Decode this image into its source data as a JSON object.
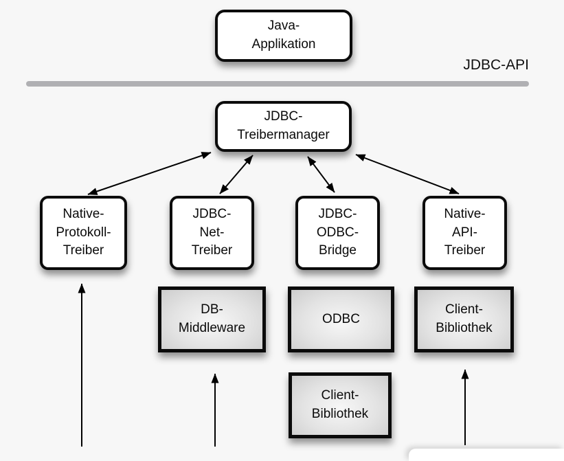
{
  "api_label": "JDBC-API",
  "colors": {
    "background": "#f7f7f7",
    "box_fill": "#ffffff",
    "box_border": "#0b0b0b",
    "gray_box_edge": "#cbcbcb",
    "gray_box_center": "#f7f7f7",
    "divider": "#b0b0b3",
    "arrow": "#000000"
  },
  "nodes": {
    "java_app": {
      "label": "Java-\nApplikation"
    },
    "treibermanager": {
      "label": "JDBC-\nTreibermanager"
    },
    "drivers": [
      {
        "label": "Native-\nProtokoll-\nTreiber"
      },
      {
        "label": "JDBC-\nNet-\nTreiber"
      },
      {
        "label": "JDBC-\nODBC-\nBridge"
      },
      {
        "label": "Native-\nAPI-\nTreiber"
      }
    ],
    "components": [
      {
        "label": "DB-\nMiddleware"
      },
      {
        "label": "ODBC"
      },
      {
        "label": "Client-\nBibliothek"
      },
      {
        "label": "Client-\nBibliothek"
      }
    ]
  }
}
